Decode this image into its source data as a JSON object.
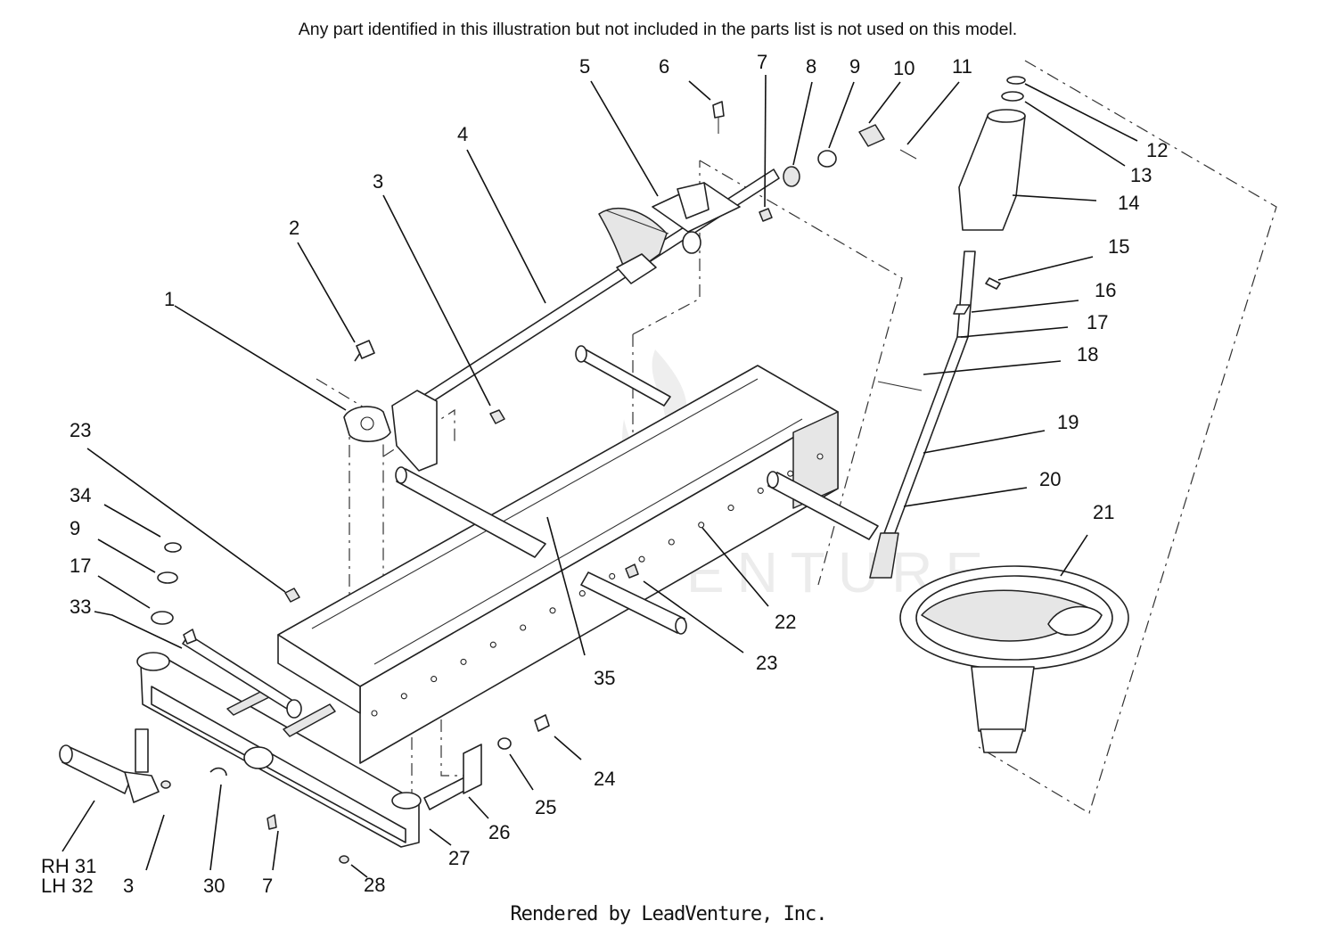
{
  "header": {
    "note": "Any part identified in this illustration but not included in the parts list is not used on this model."
  },
  "footer": {
    "credit": "Rendered by LeadVenture, Inc."
  },
  "watermark": {
    "text": "LEADVENTURE"
  },
  "callouts": [
    {
      "id": "c1",
      "label": "1"
    },
    {
      "id": "c2",
      "label": "2"
    },
    {
      "id": "c3a",
      "label": "3"
    },
    {
      "id": "c4",
      "label": "4"
    },
    {
      "id": "c5",
      "label": "5"
    },
    {
      "id": "c6",
      "label": "6"
    },
    {
      "id": "c7a",
      "label": "7"
    },
    {
      "id": "c8",
      "label": "8"
    },
    {
      "id": "c9a",
      "label": "9"
    },
    {
      "id": "c10",
      "label": "10"
    },
    {
      "id": "c11",
      "label": "11"
    },
    {
      "id": "c12",
      "label": "12"
    },
    {
      "id": "c13",
      "label": "13"
    },
    {
      "id": "c14",
      "label": "14"
    },
    {
      "id": "c15",
      "label": "15"
    },
    {
      "id": "c16",
      "label": "16"
    },
    {
      "id": "c17a",
      "label": "17"
    },
    {
      "id": "c18",
      "label": "18"
    },
    {
      "id": "c19",
      "label": "19"
    },
    {
      "id": "c20",
      "label": "20"
    },
    {
      "id": "c21",
      "label": "21"
    },
    {
      "id": "c22",
      "label": "22"
    },
    {
      "id": "c23a",
      "label": "23"
    },
    {
      "id": "c34",
      "label": "34"
    },
    {
      "id": "c9b",
      "label": "9"
    },
    {
      "id": "c17b",
      "label": "17"
    },
    {
      "id": "c33",
      "label": "33"
    },
    {
      "id": "c35",
      "label": "35"
    },
    {
      "id": "c23b",
      "label": "23"
    },
    {
      "id": "c24",
      "label": "24"
    },
    {
      "id": "c25",
      "label": "25"
    },
    {
      "id": "c26",
      "label": "26"
    },
    {
      "id": "c27",
      "label": "27"
    },
    {
      "id": "c28",
      "label": "28"
    },
    {
      "id": "c7b",
      "label": "7"
    },
    {
      "id": "c30",
      "label": "30"
    },
    {
      "id": "c3b",
      "label": "3"
    },
    {
      "id": "c31",
      "label": "RH 31"
    },
    {
      "id": "c32",
      "label": "LH 32"
    }
  ]
}
